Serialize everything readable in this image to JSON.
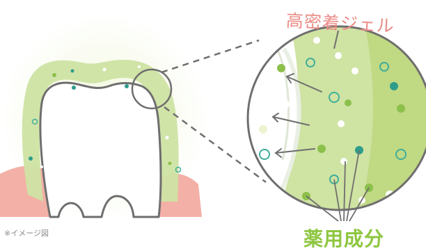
{
  "labels": {
    "gel": "高密着ジェル",
    "ingredients": "薬用成分",
    "note": "※イメージ図"
  },
  "colors": {
    "gel": "#cfe3a3",
    "gel_dark": "#b4d26a",
    "gum": "#f3b0a6",
    "tooth_outline": "#6f6e6e",
    "particle_green": "#8cc04b",
    "particle_teal": "#2e9c8a",
    "particle_ring": "#3fae9a",
    "label_pink": "#ec8c86",
    "label_green": "#8dc63f"
  },
  "icons": [
    "arrow-icon",
    "magnifier-circle",
    "particle-dot"
  ]
}
